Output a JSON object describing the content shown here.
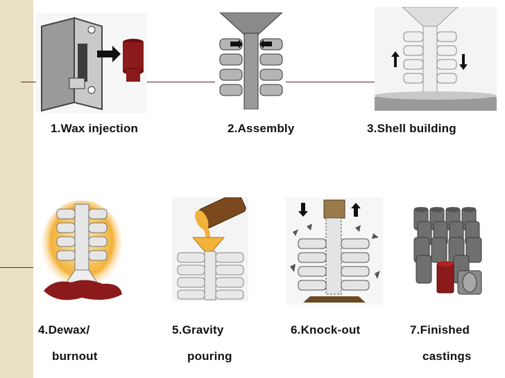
{
  "steps": [
    {
      "label": "1.Wax injection",
      "icon": "wax-injection-icon"
    },
    {
      "label": "2.Assembly",
      "icon": "assembly-tree-icon"
    },
    {
      "label": "3.Shell building",
      "icon": "shell-building-icon"
    },
    {
      "label_line1": "4.Dewax/",
      "label_line2": "burnout",
      "icon": "dewax-burnout-icon"
    },
    {
      "label_line1": "5.Gravity",
      "label_line2": "pouring",
      "icon": "gravity-pouring-icon"
    },
    {
      "label": "6.Knock-out",
      "icon": "knock-out-icon"
    },
    {
      "label_line1": "7.Finished",
      "label_line2": "castings",
      "icon": "finished-castings-icon"
    }
  ],
  "colors": {
    "sidebar": "#e8e0c3",
    "rule": "#5b1f2a",
    "wax": "#8b1a1a",
    "metal": "#6f6f6f",
    "flame": "#f3b23a"
  }
}
